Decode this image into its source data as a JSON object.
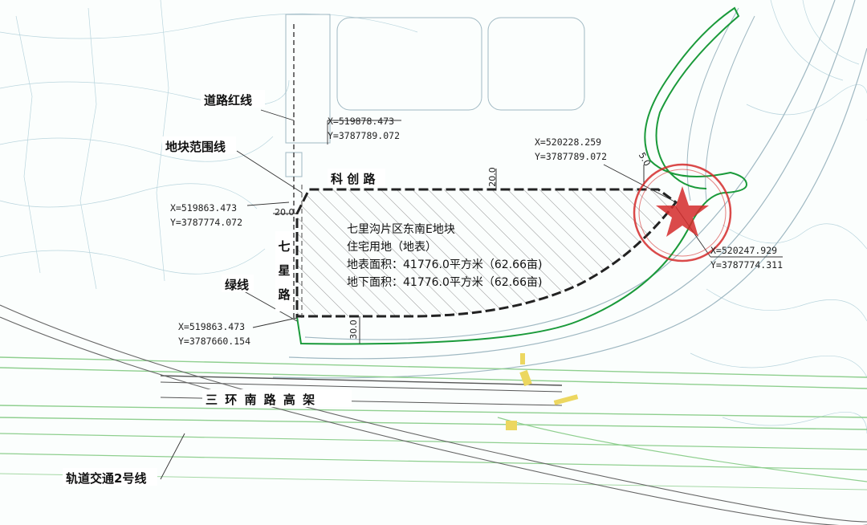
{
  "labels": {
    "road_red_line": "道路红线",
    "parcel_boundary": "地块范围线",
    "green_line": "绿线",
    "metro_line": "轨道交通2号线"
  },
  "roads": {
    "kechuang": "科 创 路",
    "qixing": [
      "七",
      "星",
      "路"
    ],
    "sanhuan": "三 环 南 路 高 架"
  },
  "parcel": {
    "name": "七里沟片区东南E地块",
    "use": "住宅用地（地表）",
    "surface_area": "地表面积：41776.0平方米（62.66亩)",
    "underground_area": "地下面积：41776.0平方米（62.66亩)"
  },
  "coordinates": [
    {
      "x": "X=519878.473",
      "y": "Y=3787789.072"
    },
    {
      "x": "X=520228.259",
      "y": "Y=3787789.072"
    },
    {
      "x": "X=519863.473",
      "y": "Y=3787774.072"
    },
    {
      "x": "X=520247.929",
      "y": "Y=3787774.311"
    },
    {
      "x": "X=519863.473",
      "y": "Y=3787660.154"
    }
  ],
  "dimensions": {
    "top": "20.0",
    "left": "20.0",
    "bottom": "30.0",
    "right_top": "5.0"
  },
  "colors": {
    "green_line": "#1a9a3a",
    "boundary": "#222222",
    "seal": "#d42a2a",
    "background_lines": "#8fb7c4",
    "road_green": "#7cc77c"
  }
}
